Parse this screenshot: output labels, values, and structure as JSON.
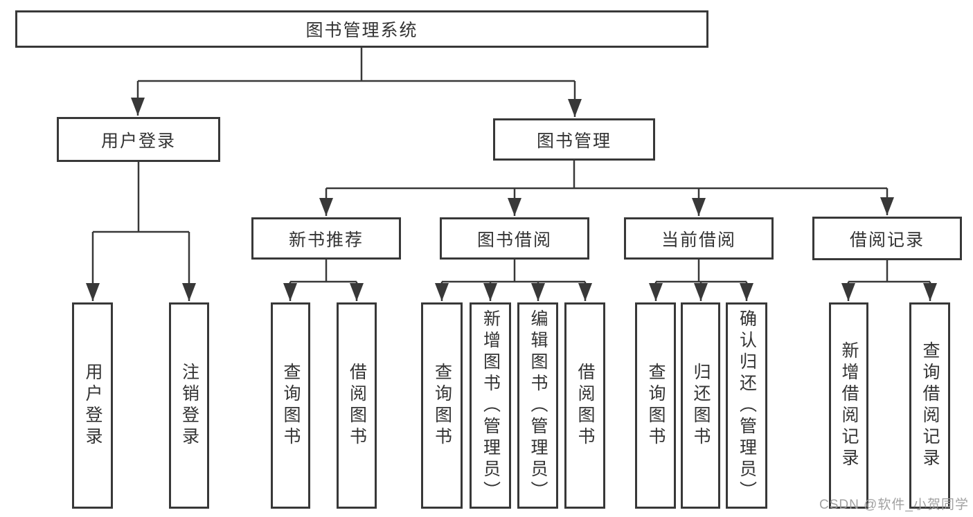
{
  "diagram": {
    "root": {
      "label": "图书管理系统"
    },
    "branches": [
      {
        "label": "用户登录",
        "children": [
          {
            "label": "用户登录"
          },
          {
            "label": "注销登录"
          }
        ]
      },
      {
        "label": "图书管理",
        "children": [
          {
            "label": "新书推荐",
            "children": [
              {
                "label": "查询图书"
              },
              {
                "label": "借阅图书"
              }
            ]
          },
          {
            "label": "图书借阅",
            "children": [
              {
                "label": "查询图书"
              },
              {
                "label": "新增图书（管理员）"
              },
              {
                "label": "编辑图书（管理员）"
              },
              {
                "label": "借阅图书"
              }
            ]
          },
          {
            "label": "当前借阅",
            "children": [
              {
                "label": "查询图书"
              },
              {
                "label": "归还图书"
              },
              {
                "label": "确认归还（管理员）"
              }
            ]
          },
          {
            "label": "借阅记录",
            "children": [
              {
                "label": "新增借阅记录"
              },
              {
                "label": "查询借阅记录"
              }
            ]
          }
        ]
      }
    ]
  },
  "watermark": "CSDN @软件_小贺同学",
  "colors": {
    "background": "#ffffff",
    "line": "#383838",
    "box_border": "#383838",
    "box_fill": "#ffffff",
    "text": "#333333",
    "watermark": "#9c9c9c"
  }
}
